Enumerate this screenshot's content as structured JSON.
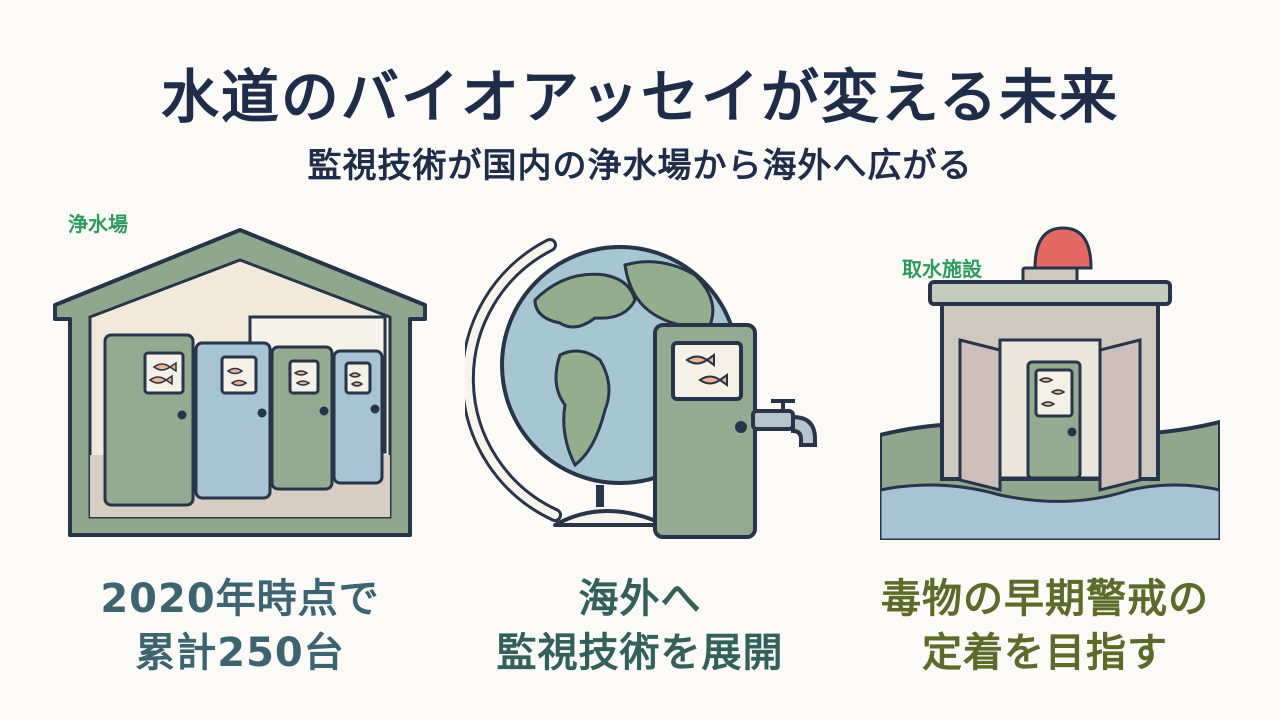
{
  "title": "水道のバイオアッセイが変える未来",
  "subtitle": "監視技術が国内の浄水場から海外へ広がる",
  "panels": [
    {
      "label": "浄水場",
      "caption_lines": [
        "2020年時点で",
        "累計250台"
      ],
      "caption_color": "#3c6571",
      "illustration": "water-treatment-plant"
    },
    {
      "label": "",
      "caption_lines": [
        "海外へ",
        "監視技術を展開"
      ],
      "caption_color": "#32605a",
      "illustration": "globe-with-monitor"
    },
    {
      "label": "取水施設",
      "caption_lines": [
        "毒物の早期警戒の",
        "定着を目指す"
      ],
      "caption_color": "#5c6b2a",
      "illustration": "intake-facility-with-alarm"
    }
  ],
  "colors": {
    "title": "#1f2d4a",
    "label_green": "#2e9a5e",
    "stroke": "#27344a",
    "unit_green": "#93ab90",
    "unit_blue": "#a6c4d6",
    "globe_blue": "#a7c6d4",
    "land_green": "#92ae8d",
    "alarm_red": "#e66a64"
  }
}
